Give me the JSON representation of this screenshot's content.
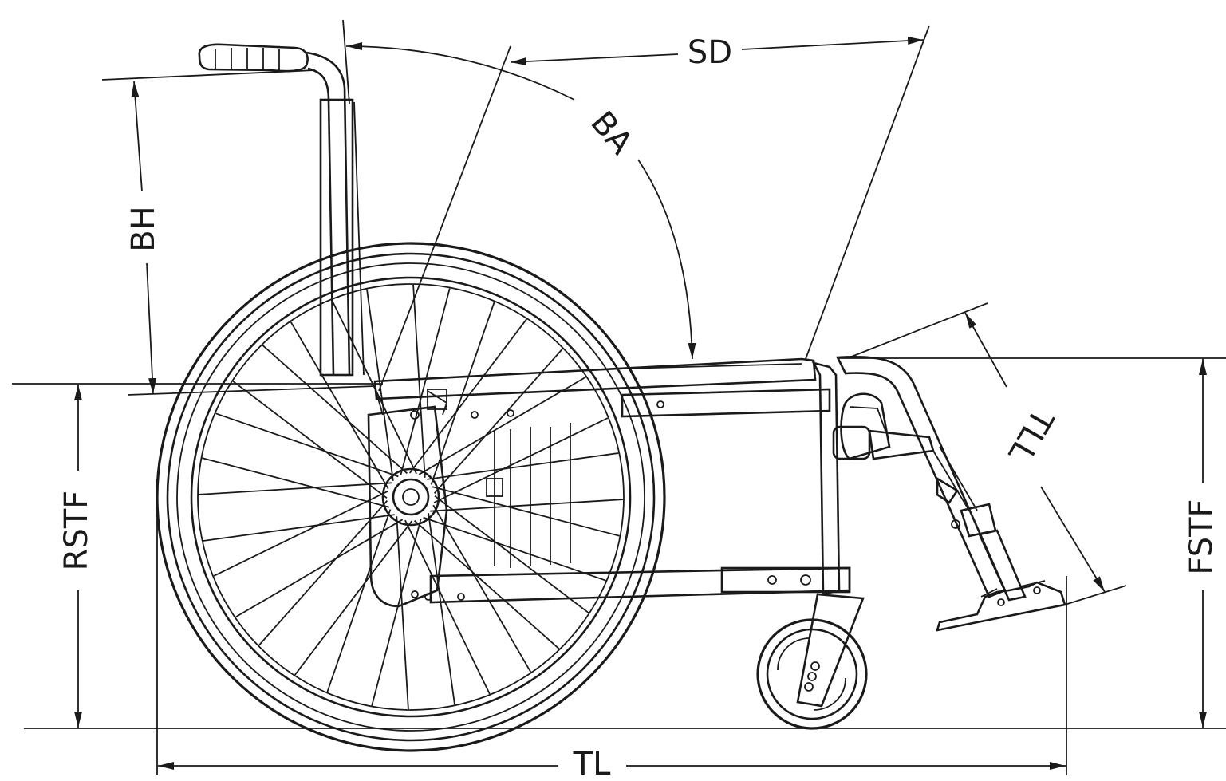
{
  "dimensions": {
    "sd": "SD",
    "ba": "BA",
    "bh": "BH",
    "rstf": "RSTF",
    "fstf": "FSTF",
    "tll": "TLL",
    "tl": "TL"
  },
  "colors": {
    "ink": "#1a1a1a",
    "background": "#ffffff"
  }
}
